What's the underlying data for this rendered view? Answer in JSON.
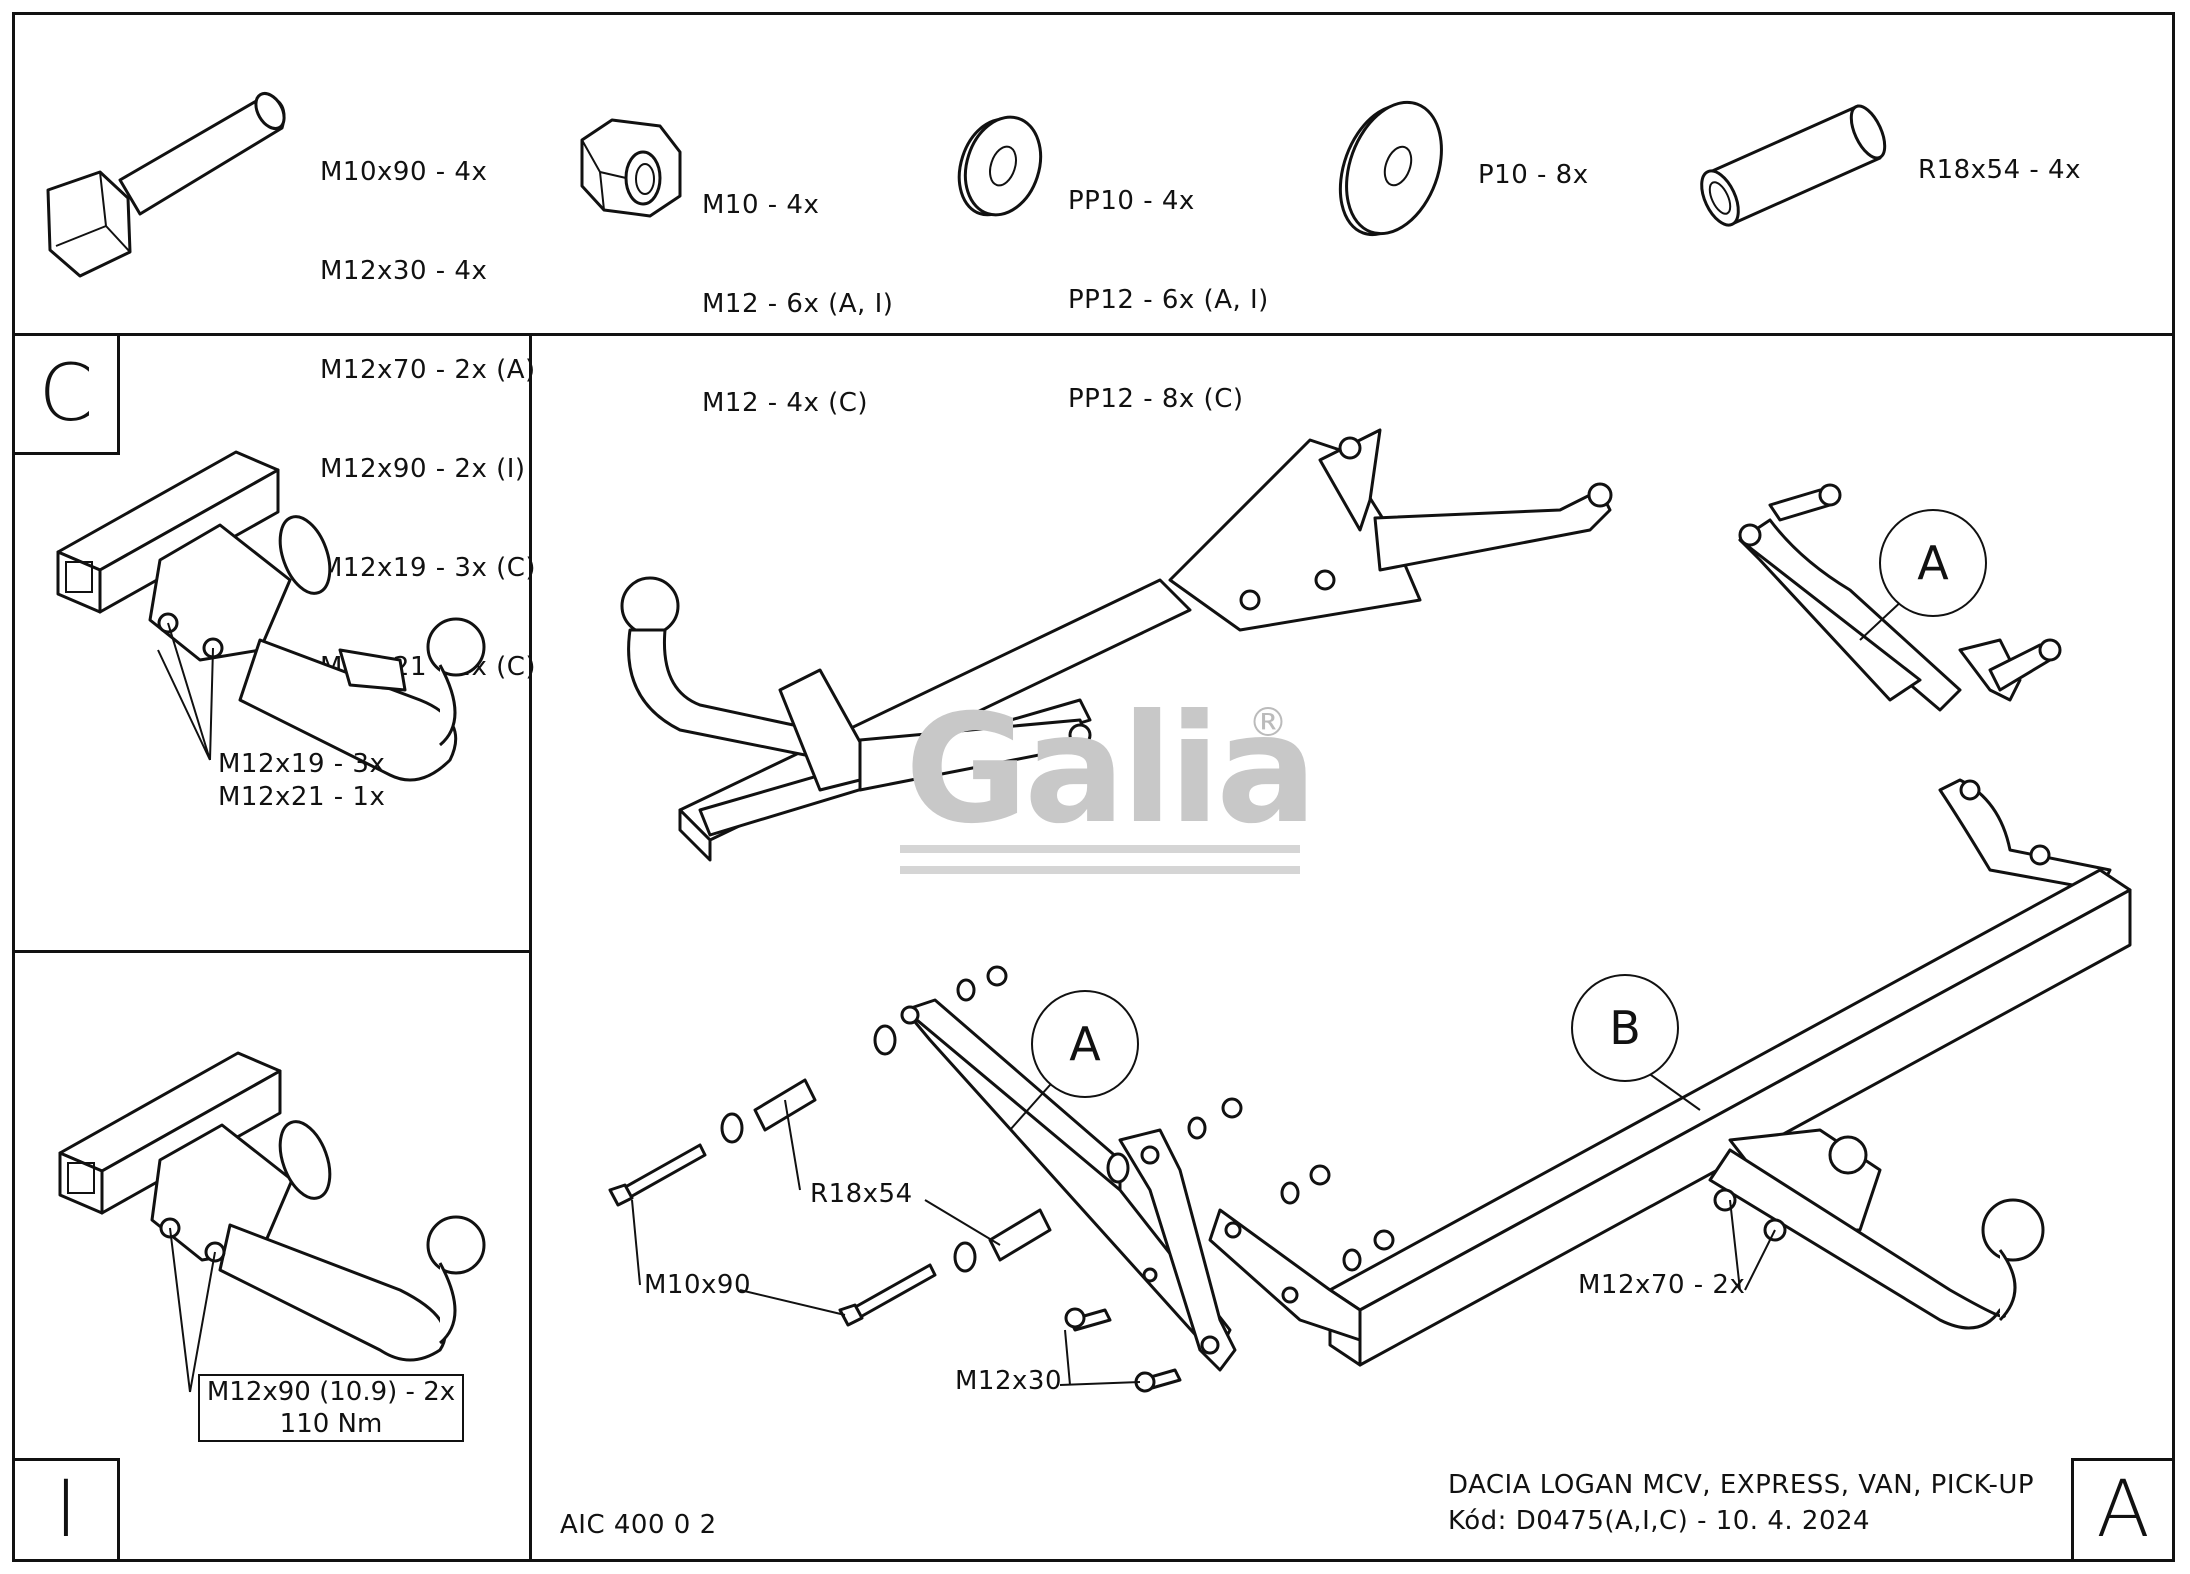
{
  "hardware": {
    "bolt_lines": [
      "M10x90 - 4x",
      "M12x30 - 4x",
      "M12x70 - 2x (A)",
      "M12x90 - 2x (I)",
      "M12x19 - 3x (C)",
      "M12x21 - 1x (C)"
    ],
    "nut_lines": [
      "M10 - 4x",
      "M12 - 6x (A, I)",
      "M12 - 4x (C)"
    ],
    "washer_lines": [
      "PP10 - 4x",
      "PP12 - 6x (A, I)",
      "PP12 - 8x (C)"
    ],
    "large_washer_label": "P10 - 8x",
    "spacer_label": "R18x54 - 4x"
  },
  "panel_c": {
    "letter": "C",
    "callout_lines": [
      "M12x19 - 3x",
      "M12x21 - 1x"
    ]
  },
  "panel_i": {
    "letter": "I",
    "callout_lines": [
      "M12x90 (10.9) - 2x",
      "110 Nm"
    ]
  },
  "main": {
    "letter": "A",
    "bubble_a": "A",
    "bubble_b": "B",
    "labels": {
      "r18x54": "R18x54",
      "m10x90": "M10x90",
      "m12x30": "M12x30",
      "m12x70": "M12x70 - 2x"
    },
    "watermark": "Galia",
    "watermark_mark": "®"
  },
  "footer": {
    "code_left": "AIC 400 0 2",
    "vehicle": "DACIA LOGAN MCV, EXPRESS, VAN, PICK-UP",
    "kod": "Kód: D0475(A,I,C) - 10. 4. 2024"
  }
}
